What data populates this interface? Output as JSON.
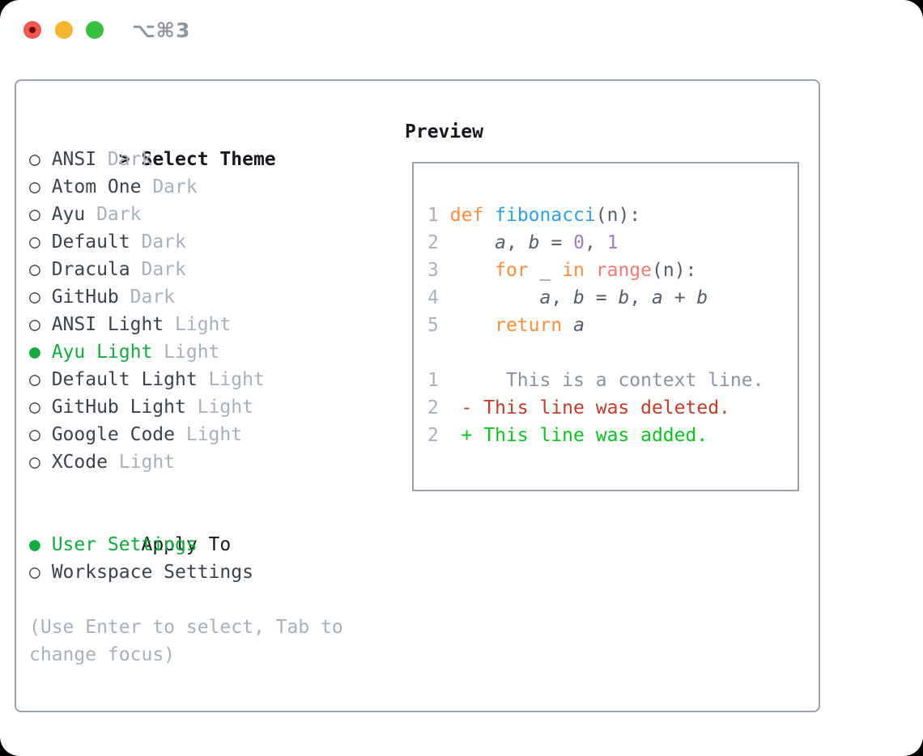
{
  "titlebar": {
    "title": "⌥⌘3"
  },
  "panel": {
    "theme_list": {
      "header": "Select Theme",
      "cursor": ">",
      "unselected_marker": "○",
      "selected_marker": "●",
      "items": [
        {
          "name": "ANSI",
          "variant": "Dark",
          "selected": false
        },
        {
          "name": "Atom One",
          "variant": "Dark",
          "selected": false
        },
        {
          "name": "Ayu",
          "variant": "Dark",
          "selected": false
        },
        {
          "name": "Default",
          "variant": "Dark",
          "selected": false
        },
        {
          "name": "Dracula",
          "variant": "Dark",
          "selected": false
        },
        {
          "name": "GitHub",
          "variant": "Dark",
          "selected": false
        },
        {
          "name": "ANSI Light",
          "variant": "Light",
          "selected": false
        },
        {
          "name": "Ayu Light",
          "variant": "Light",
          "selected": true
        },
        {
          "name": "Default Light",
          "variant": "Light",
          "selected": false
        },
        {
          "name": "GitHub Light",
          "variant": "Light",
          "selected": false
        },
        {
          "name": "Google Code",
          "variant": "Light",
          "selected": false
        },
        {
          "name": "XCode",
          "variant": "Light",
          "selected": false
        }
      ]
    },
    "apply_to": {
      "header": "Apply To",
      "options": [
        {
          "label": "User Settings",
          "selected": true
        },
        {
          "label": "Workspace Settings",
          "selected": false
        }
      ]
    },
    "footer_hint": "(Use Enter to select, Tab to change focus)",
    "preview": {
      "header": "Preview",
      "lines": [
        [
          [
            "ln",
            "1"
          ],
          [
            "pl",
            " "
          ],
          [
            "kw",
            "def"
          ],
          [
            "pl",
            " "
          ],
          [
            "fn",
            "fibonacci"
          ],
          [
            "pl",
            "(n):"
          ]
        ],
        [
          [
            "ln",
            "2"
          ],
          [
            "pl",
            "     "
          ],
          [
            "va",
            "a"
          ],
          [
            "pl",
            ", "
          ],
          [
            "va",
            "b"
          ],
          [
            "pl",
            " = "
          ],
          [
            "nu",
            "0"
          ],
          [
            "pl",
            ", "
          ],
          [
            "nu",
            "1"
          ]
        ],
        [
          [
            "ln",
            "3"
          ],
          [
            "pl",
            "     "
          ],
          [
            "kw",
            "for"
          ],
          [
            "pl",
            " _ "
          ],
          [
            "kw",
            "in"
          ],
          [
            "pl",
            " "
          ],
          [
            "ca",
            "range"
          ],
          [
            "pl",
            "(n):"
          ]
        ],
        [
          [
            "ln",
            "4"
          ],
          [
            "pl",
            "         "
          ],
          [
            "va",
            "a"
          ],
          [
            "pl",
            ", "
          ],
          [
            "va",
            "b"
          ],
          [
            "pl",
            " = "
          ],
          [
            "va",
            "b"
          ],
          [
            "pl",
            ", "
          ],
          [
            "va",
            "a"
          ],
          [
            "pl",
            " + "
          ],
          [
            "va",
            "b"
          ]
        ],
        [
          [
            "ln",
            "5"
          ],
          [
            "pl",
            "     "
          ],
          [
            "kw",
            "return"
          ],
          [
            "pl",
            " "
          ],
          [
            "va",
            "a"
          ]
        ],
        [],
        [
          [
            "ln",
            "1"
          ],
          [
            "ctx",
            "      This is a context line."
          ]
        ],
        [
          [
            "ln",
            "2"
          ],
          [
            "del",
            "  - This line was deleted."
          ]
        ],
        [
          [
            "ln",
            "2"
          ],
          [
            "add",
            "  + This line was added."
          ]
        ]
      ]
    }
  },
  "colors": {
    "window_bg": "#ffffff",
    "border": "#9aa3ad",
    "heading": "#15181c",
    "text_dark": "#3c434c",
    "text_muted": "#a8b1bb",
    "green": "#0fae3c",
    "title_gray": "#8d959d",
    "light_red": "#f2564e",
    "light_red_dot": "#6e100e",
    "light_yellow": "#f5b52e",
    "light_green": "#35c13d",
    "code_plain": "#555f69",
    "code_keyword": "#f98d3d",
    "code_function": "#2aa3e8",
    "code_call": "#f27a72",
    "code_number": "#a37acc",
    "code_linenum": "#a8b1bb",
    "diff_context": "#8b949e",
    "diff_deleted": "#c93a28",
    "diff_added": "#08c71b"
  }
}
